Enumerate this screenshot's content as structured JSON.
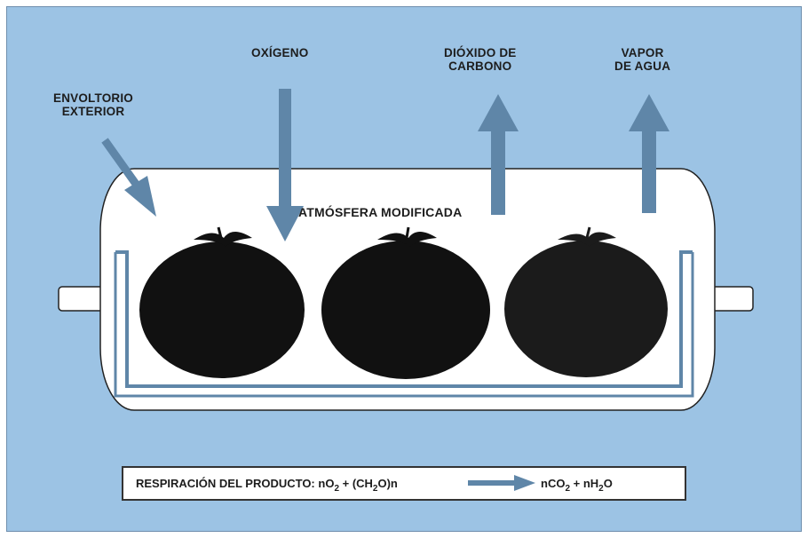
{
  "labels": {
    "outer_wrap": "ENVOLTORIO\nEXTERIOR",
    "oxygen": "OXÍGENO",
    "co2": "DIÓXIDO DE\nCARBONO",
    "vapor": "VAPOR\nDE AGUA",
    "atmosphere": "ATMÓSFERA MODIFICADA"
  },
  "equation": {
    "prefix": "RESPIRACIÓN DEL PRODUCTO: nO",
    "o2_sub": "2",
    "mid1": " + (CH",
    "ch2o_sub": "2",
    "mid2": "O)n",
    "products_a": "nCO",
    "co2_sub": "2",
    "products_b": " + nH",
    "h2o_sub": "2",
    "products_c": "O"
  },
  "colors": {
    "background": "#9cc3e4",
    "arrow": "#5f86a8",
    "package": "#ffffff",
    "tomato": "#111111"
  }
}
